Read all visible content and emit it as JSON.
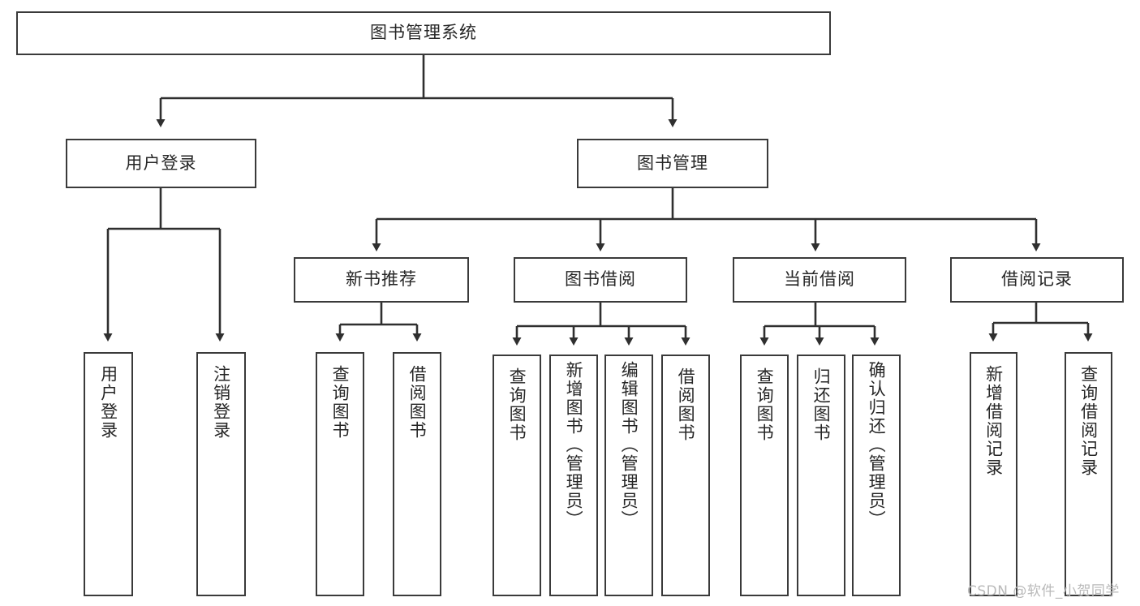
{
  "diagram": {
    "title": "图书管理系统",
    "type": "hierarchy-tree",
    "orientation": "top-down",
    "colors": {
      "box_border": "#3a3a3a",
      "box_fill": "#ffffff",
      "connector": "#2f2f2f",
      "text": "#262626",
      "watermark": "#b9b9b9",
      "background": "#ffffff"
    }
  },
  "root": {
    "label": "图书管理系统"
  },
  "level2": [
    {
      "label": "用户登录"
    },
    {
      "label": "图书管理"
    }
  ],
  "level3": [
    {
      "label": "新书推荐"
    },
    {
      "label": "图书借阅"
    },
    {
      "label": "当前借阅"
    },
    {
      "label": "借阅记录"
    }
  ],
  "leaves": {
    "user_login": [
      {
        "label": "用户登录"
      },
      {
        "label": "注销登录"
      }
    ],
    "new_book_recommend": [
      {
        "label": "查询图书"
      },
      {
        "label": "借阅图书"
      }
    ],
    "book_borrow": [
      {
        "label": "查询图书"
      },
      {
        "label": "新增图书（管理员）"
      },
      {
        "label": "编辑图书（管理员）"
      },
      {
        "label": "借阅图书"
      }
    ],
    "current_borrow": [
      {
        "label": "查询图书"
      },
      {
        "label": "归还图书"
      },
      {
        "label": "确认归还（管理员）"
      }
    ],
    "borrow_record": [
      {
        "label": "新增借阅记录"
      },
      {
        "label": "查询借阅记录"
      }
    ]
  },
  "watermark": {
    "text": "CSDN @软件_小贺同学"
  }
}
